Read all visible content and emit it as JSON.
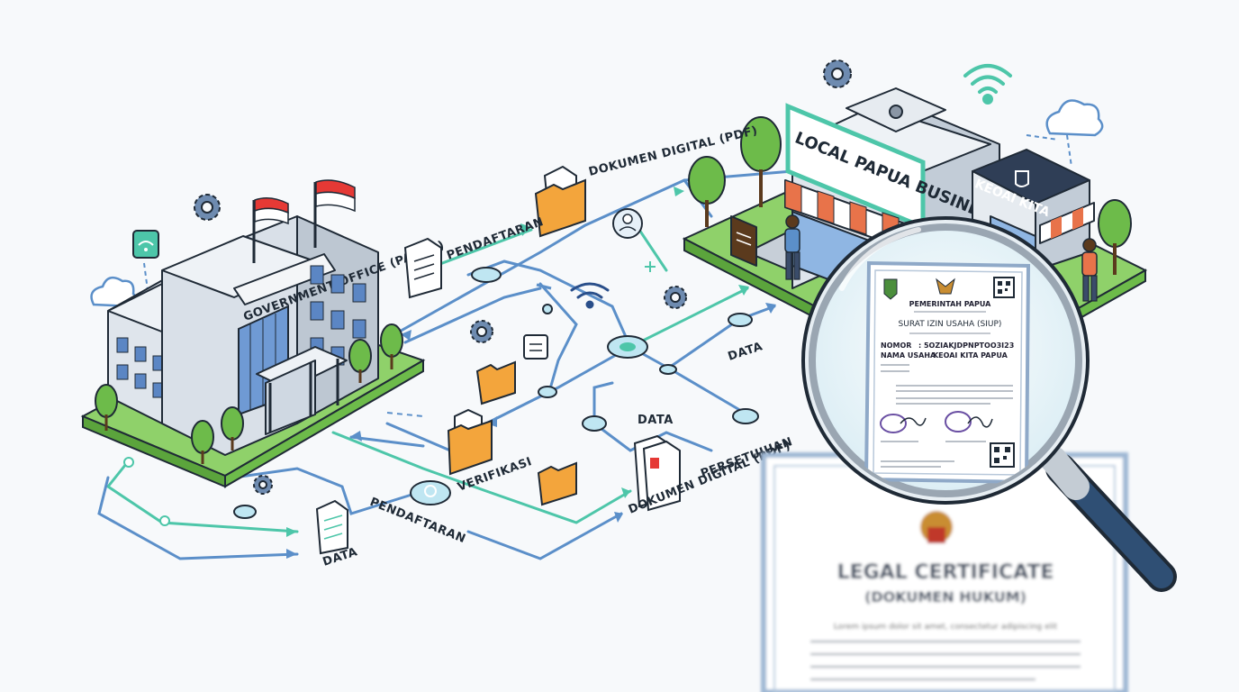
{
  "government_office": {
    "sign": "GOVERNMENT OFFICE (PAPUA)"
  },
  "business": {
    "sign": "LOCAL PAPUA BUSINESS",
    "shop_sign": "KEOAI KITA"
  },
  "flow_labels": {
    "pendaftaran_top": "PENDAFTARAN",
    "dokumen_top": "DOKUMEN DIGITAL (PDF)",
    "data_right": "DATA",
    "data_center": "DATA",
    "verifikasi": "VERIFIKASI",
    "persetujuan": "PERSETUJUAN",
    "pendaftaran_bottom": "PENDAFTARAN",
    "dokumen_bottom": "DOKUMEN DIGITAL (PDF)",
    "data_bottom": "DATA"
  },
  "permit": {
    "agency": "PEMERINTAH PAPUA",
    "title": "SURAT IZIN USAHA (SIUP)",
    "nomor_label": "NOMOR",
    "nomor_value": ": 5OZIAKJDPNPTOO3I23",
    "nama_label": "NAMA USAHA",
    "nama_value": ": KEOAI KITA PAPUA"
  },
  "certificate": {
    "title": "LEGAL CERTIFICATE",
    "subtitle": "(DOKUMEN HUKUM)",
    "body": "Lorem ipsum dolor sit amet, consectetur adipiscing elit"
  },
  "colors": {
    "line_blue": "#5b8fc9",
    "line_teal": "#4dc6a9",
    "folder": "#f3a53c",
    "grass": "#8fd16a",
    "awning": "#e8734a"
  }
}
